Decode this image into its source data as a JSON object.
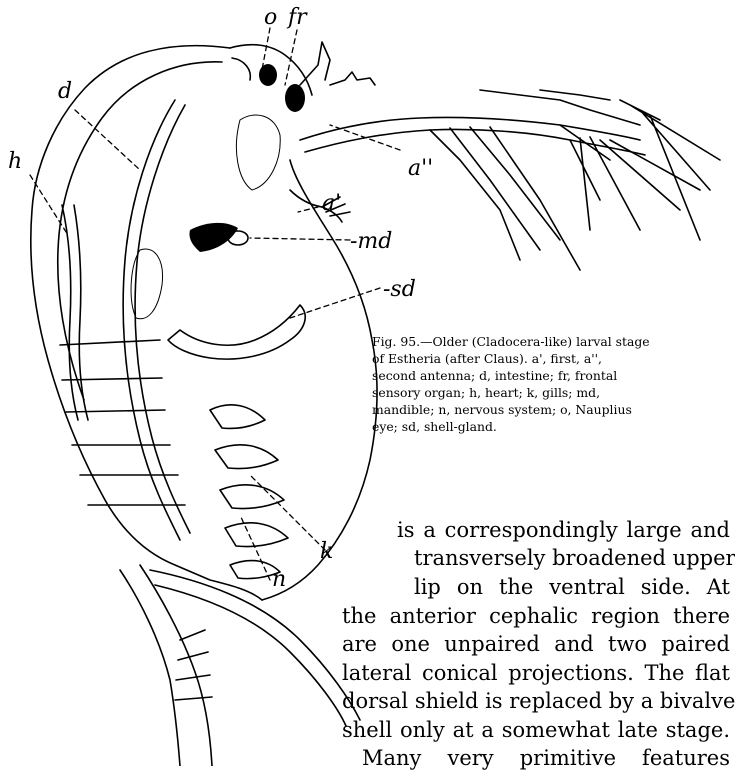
{
  "figure": {
    "labels": {
      "o": "o",
      "fr": "fr",
      "d": "d",
      "h": "h",
      "a1": "a'",
      "a2": "a''",
      "md": "-md",
      "sd": "-sd",
      "k": "k",
      "n": "n"
    }
  },
  "caption": {
    "lines": [
      "Fig. 95.—Older (Cladocera-like) larval stage",
      "of Estheria (after Claus). a', first, a'',",
      "second antenna; d, intestine; fr, frontal",
      "sensory organ; h, heart; k, gills; md,",
      "mandible; n, nervous system; o, Nauplius",
      "eye; sd, shell-gland."
    ]
  },
  "body_text": {
    "lines": [
      "is a correspondingly large and",
      "transversely broadened upper",
      "lip on the ventral side. At",
      "the anterior cephalic region there",
      "are one unpaired and two paired",
      "lateral conical projections. The flat",
      "dorsal shield is replaced by a bivalve",
      "shell only at a somewhat late stage.",
      "Many very primitive features"
    ]
  }
}
